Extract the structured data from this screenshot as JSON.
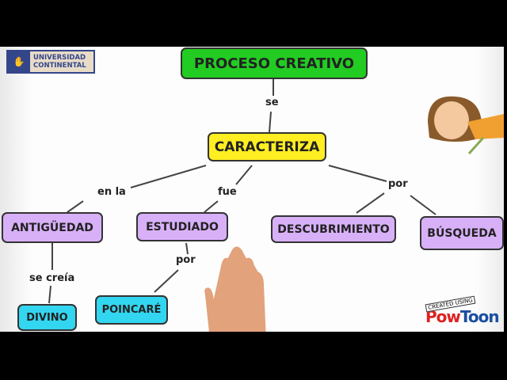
{
  "logo": {
    "line1": "UNIVERSIDAD",
    "line2": "CONTINENTAL"
  },
  "nodes": {
    "root": "PROCESO CREATIVO",
    "main": "CARACTERIZA",
    "antiguedad": "ANTIGÜEDAD",
    "estudiado": "ESTUDIADO",
    "descubrimiento": "DESCUBRIMIENTO",
    "busqueda": "BÚSQUEDA",
    "divino": "DIVINO",
    "poincare": "POINCARÉ"
  },
  "links": {
    "se": "se",
    "en_la": "en la",
    "fue": "fue",
    "por1": "por",
    "se_creia": "se creía",
    "por2": "por"
  },
  "watermark": {
    "created": "CREATED USING",
    "brand1": "Pow",
    "brand2": "Toon"
  },
  "colors": {
    "root": "#22cc22",
    "main": "#ffee22",
    "level2": "#d8b0f8",
    "level3": "#33d6f0"
  }
}
